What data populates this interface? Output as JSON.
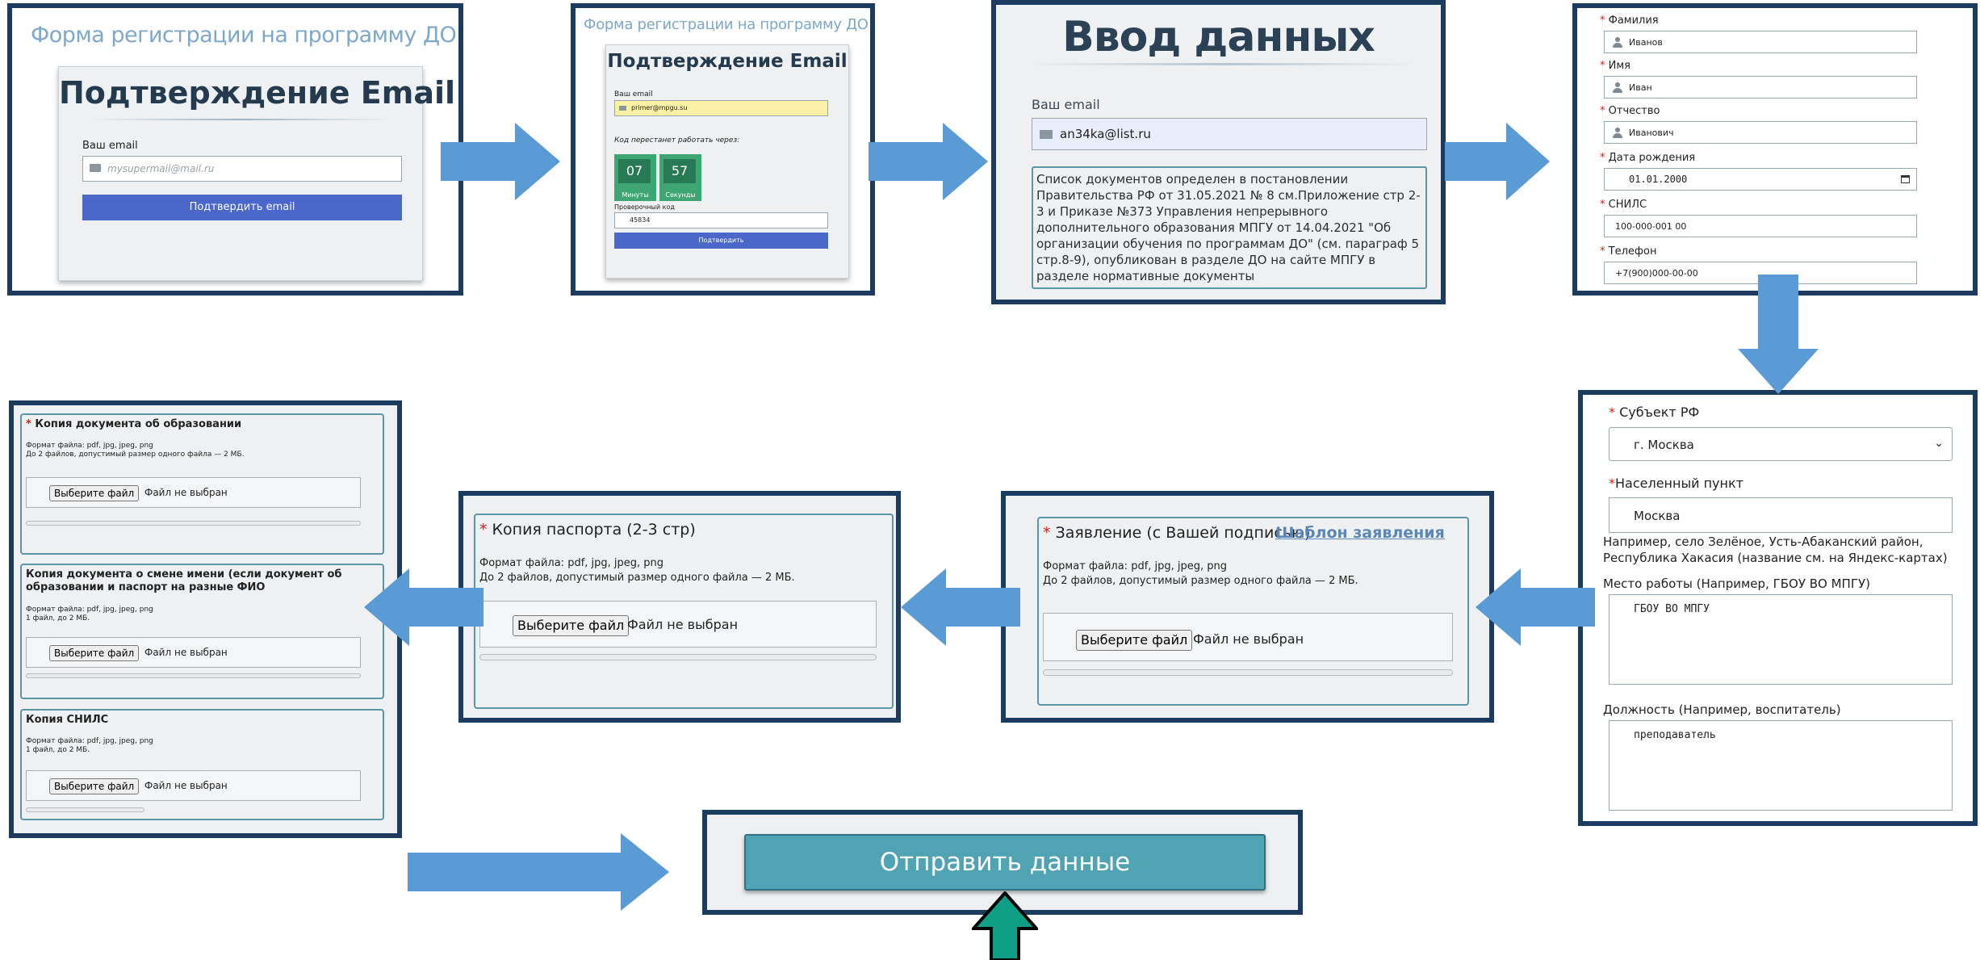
{
  "colors": {
    "frame": "#1b3b5f",
    "arrow": "#5b9bd5",
    "button_blue": "#4a67c9",
    "submit": "#4fa3b2",
    "timer": "#3ea672",
    "teal_arrow": "#0f9e86"
  },
  "p1": {
    "title": "Форма регистрации на программу ДО МПГУ",
    "heading": "Подтверждение Email",
    "email_label": "Ваш email",
    "email_placeholder": "mysupermail@mail.ru",
    "button": "Подтвердить email"
  },
  "p2": {
    "title": "Форма регистрации на программу ДО МПГУ",
    "heading": "Подтверждение Email",
    "email_label": "Ваш email",
    "email_value": "primer@mpgu.su",
    "timer_note": "Код перестанет работать через:",
    "minutes_value": "07",
    "minutes_label": "Минуты",
    "seconds_value": "57",
    "seconds_label": "Секунды",
    "code_label": "Проверочный код",
    "code_value": "45834",
    "button": "Подтвердить"
  },
  "p3": {
    "heading": "Ввод данных",
    "email_label": "Ваш email",
    "email_value": "an34ka@list.ru",
    "info": "Список документов определен в постановлении Правительства РФ от 31.05.2021 № 8 см.Приложение стр 2-3 и Приказе №373 Управления непрерывного дополнительного образования МПГУ от 14.04.2021 \"Об организации обучения по программам ДО\" (см. параграф 5 стр.8-9), опубликован в разделе ДО на сайте МПГУ в разделе нормативные документы"
  },
  "p4": {
    "fields": [
      {
        "label": "Фамилия",
        "value": "Иванов"
      },
      {
        "label": "Имя",
        "value": "Иван"
      },
      {
        "label": "Отчество",
        "value": "Иванович"
      },
      {
        "label": "Дата рождения",
        "value": "01.01.2000"
      },
      {
        "label": "СНИЛС",
        "value": "100-000-001 00"
      },
      {
        "label": "Телефон",
        "value": "+7(900)000-00-00"
      }
    ]
  },
  "p5": {
    "region_label": "Субъект РФ",
    "region_value": "г. Москва",
    "city_label": "Населенный пункт",
    "city_value": "Москва",
    "city_hint": "Например, село Зелёное, Усть-Абаканский район, Республика Хакасия (название см. на Яндекс-картах)",
    "work_label": "Место работы (Например, ГБОУ ВО МПГУ)",
    "work_value": "ГБОУ ВО МПГУ",
    "position_label": "Должность (Например, воспитатель)",
    "position_value": "преподаватель"
  },
  "p6": {
    "title": "Заявление (с Вашей подписью)",
    "link": "Шаблон заявления",
    "formats": "Формат файла: pdf, jpg, jpeg, png",
    "limit": "До 2 файлов, допустимый размер одного файла — 2 МБ.",
    "choose": "Выберите файл",
    "none": "Файл не выбран"
  },
  "p7": {
    "title": "Копия паспорта (2-3 стр)",
    "formats": "Формат файла: pdf, jpg, jpeg, png",
    "limit": "До 2 файлов, допустимый размер одного файла — 2 МБ.",
    "choose": "Выберите файл",
    "none": "Файл не выбран"
  },
  "p8": {
    "items": [
      {
        "title": "Копия документа об образовании",
        "formats": "Формат файла: pdf, jpg, jpeg, png",
        "limit": "До 2 файлов, допустимый размер одного файла — 2 МБ.",
        "choose": "Выберите файл",
        "none": "Файл не выбран"
      },
      {
        "title": "Копия документа о смене имени (если документ об образовании и паспорт на разные ФИО",
        "formats": "Формат файла: pdf, jpg, jpeg, png",
        "limit": "1 файл, до 2 МБ.",
        "choose": "Выберите файл",
        "none": "Файл не выбран"
      },
      {
        "title": "Копия СНИЛС",
        "formats": "Формат файла: pdf, jpg, jpeg, png",
        "limit": "1 файл, до 2 МБ.",
        "choose": "Выберите файл",
        "none": "Файл не выбран"
      }
    ]
  },
  "p9": {
    "button": "Отправить данные"
  }
}
